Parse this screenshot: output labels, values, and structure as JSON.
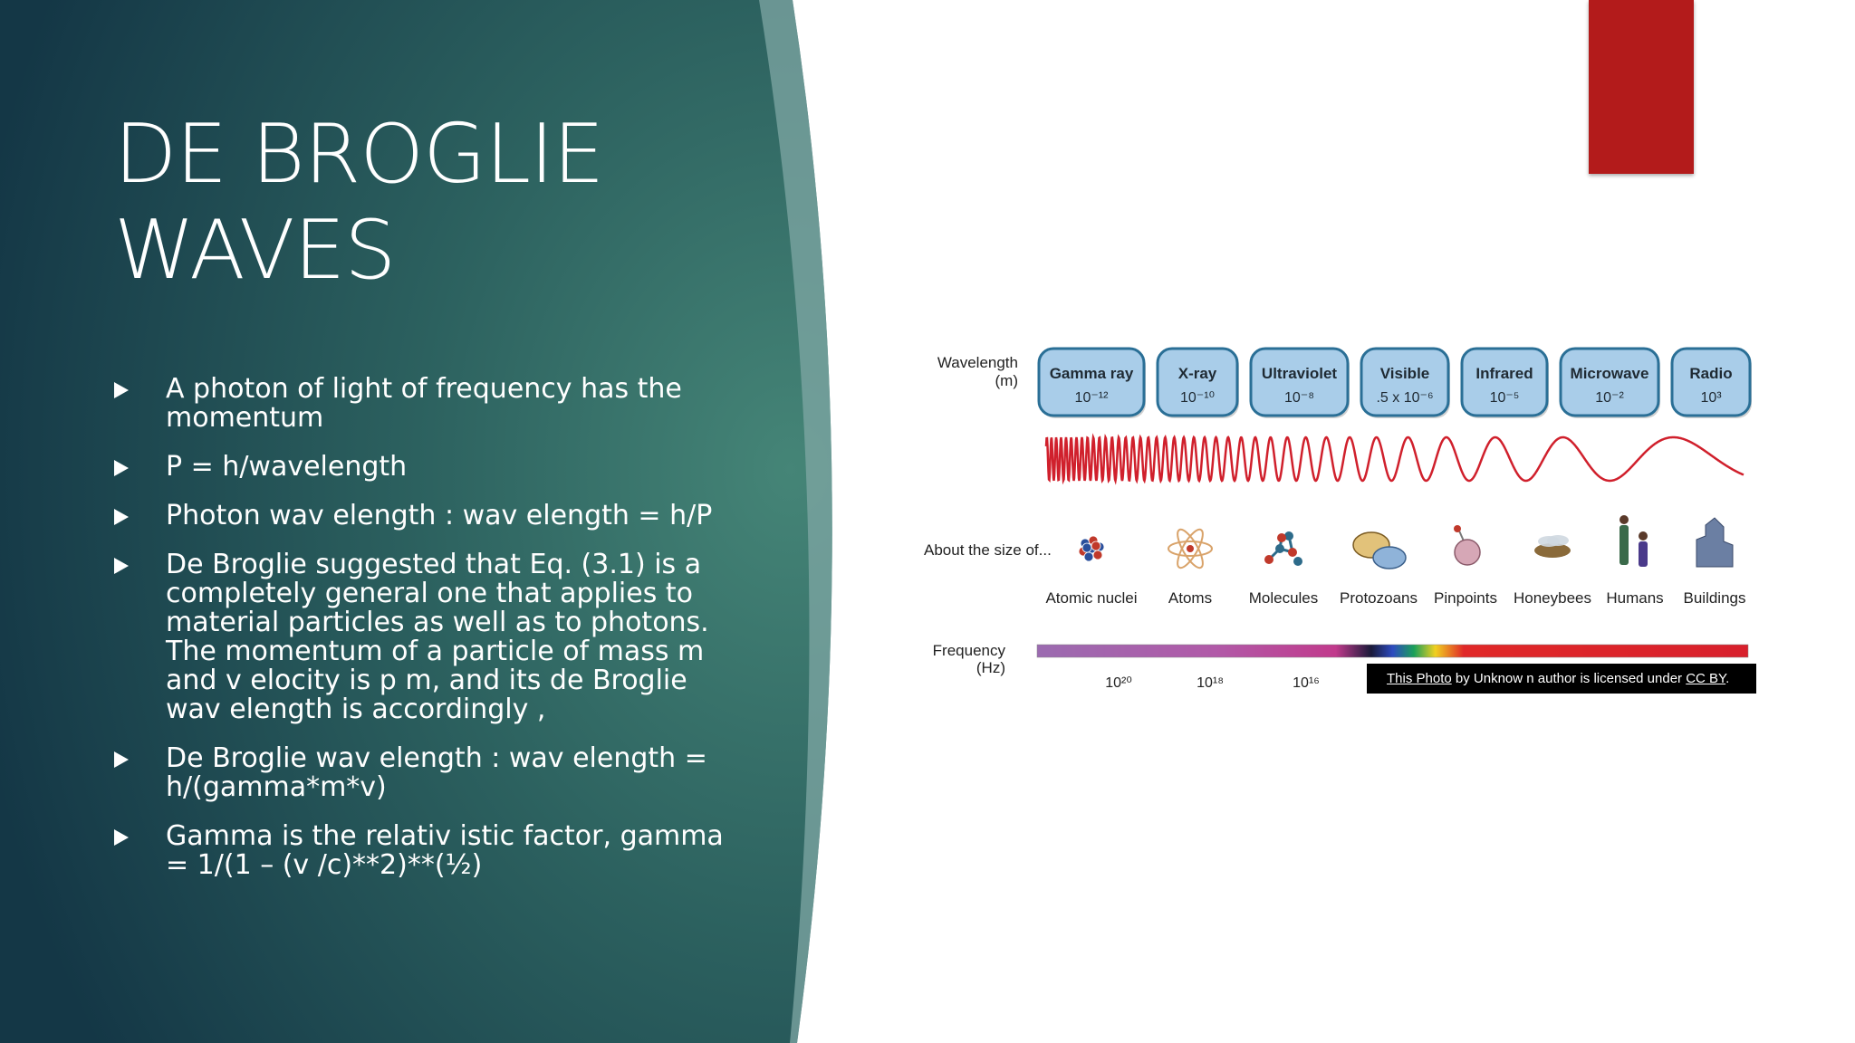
{
  "slide": {
    "title_line1": "DE BROGLIE",
    "title_line2": "WAVES",
    "bullets": [
      "A photon of light of frequency  has the momentum",
      "P = h/wavelength",
      "Photon wav elength : wav elength = h/P",
      "De Broglie suggested that Eq. (3.1) is a completely general one that applies to material particles as well as to photons. The momentum of a particle of mass m and v elocity is p  m, and its de Broglie wav elength is accordingly ,",
      "De Broglie wav elength : wav elength = h/(gamma*m*v)",
      "Gamma is the relativ istic factor, gamma = 1/(1 – (v /c)**2)**(½)"
    ]
  },
  "colors": {
    "panel_dark": "#173f4a",
    "panel_mid": "#3d7a6e",
    "accent_red": "#b31b1b",
    "box_fill": "#a9cde9",
    "box_stroke": "#2a6f96",
    "wave_red": "#d0202c"
  },
  "spectrum": {
    "wavelength_label_1": "Wavelength",
    "wavelength_label_2": "(m)",
    "bands": [
      {
        "name": "Gamma ray",
        "value": "10⁻¹²"
      },
      {
        "name": "X-ray",
        "value": "10⁻¹⁰"
      },
      {
        "name": "Ultraviolet",
        "value": "10⁻⁸"
      },
      {
        "name": "Visible",
        "value": ".5 x 10⁻⁶"
      },
      {
        "name": "Infrared",
        "value": "10⁻⁵"
      },
      {
        "name": "Microwave",
        "value": "10⁻²"
      },
      {
        "name": "Radio",
        "value": "10³"
      }
    ],
    "size_label": "About the size of...",
    "objects": [
      {
        "name": "Atomic nuclei",
        "icon": "nucleus-icon"
      },
      {
        "name": "Atoms",
        "icon": "atom-icon"
      },
      {
        "name": "Molecules",
        "icon": "molecule-icon"
      },
      {
        "name": "Protozoans",
        "icon": "protozoan-icon"
      },
      {
        "name": "Pinpoints",
        "icon": "pin-icon"
      },
      {
        "name": "Honeybees",
        "icon": "bee-icon"
      },
      {
        "name": "Humans",
        "icon": "human-icon"
      },
      {
        "name": "Buildings",
        "icon": "building-icon"
      }
    ],
    "frequency_label_1": "Frequency",
    "frequency_label_2": "(Hz)",
    "frequencies": [
      "10²⁰",
      "10¹⁸",
      "10¹⁶"
    ],
    "credit": {
      "link1": "This Photo",
      "middle": " by Unknow n author is licensed under ",
      "link2": "CC BY",
      "end": "."
    }
  }
}
